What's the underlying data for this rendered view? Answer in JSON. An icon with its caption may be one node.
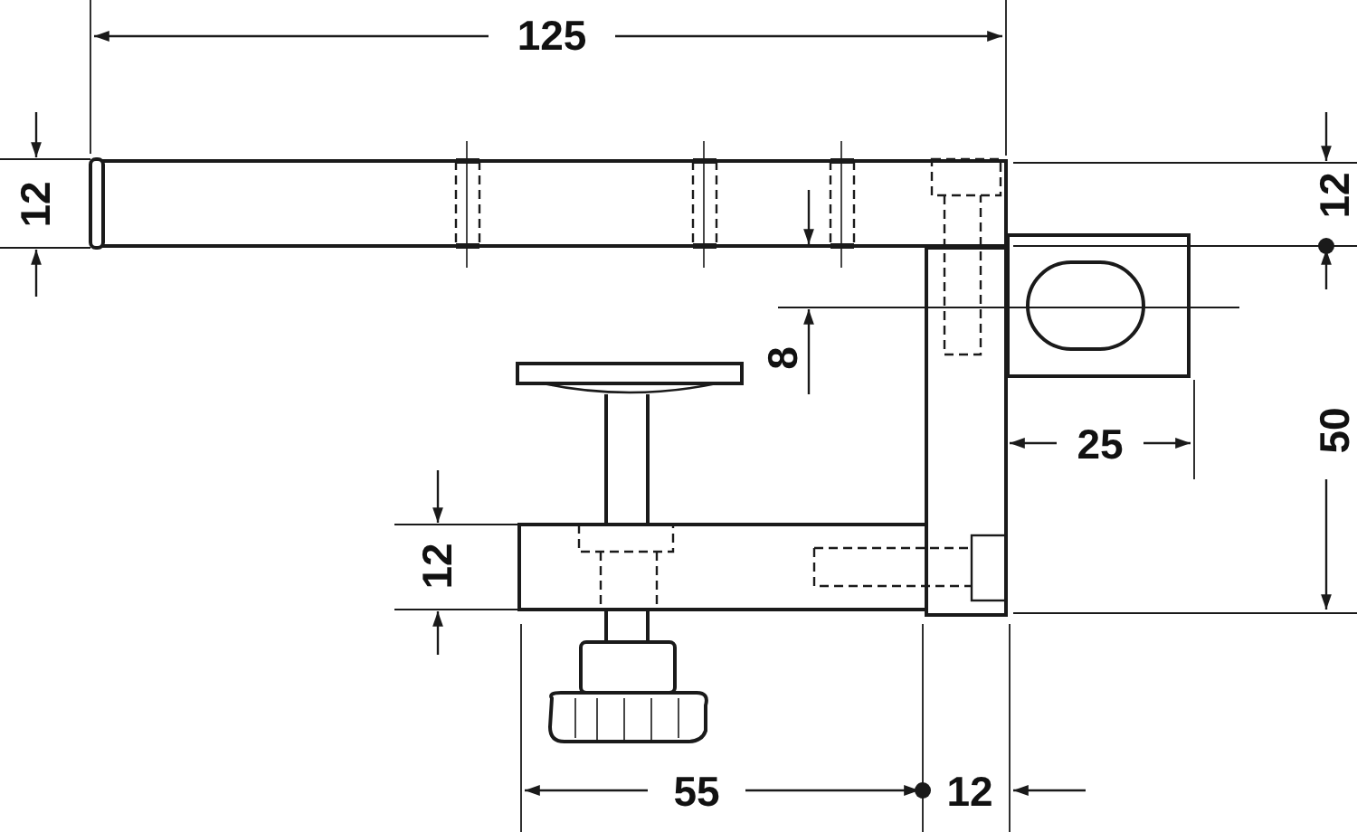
{
  "diagram": {
    "labels": [
      "125",
      "12",
      "12",
      "8",
      "25",
      "50",
      "12",
      "55",
      "12"
    ]
  }
}
